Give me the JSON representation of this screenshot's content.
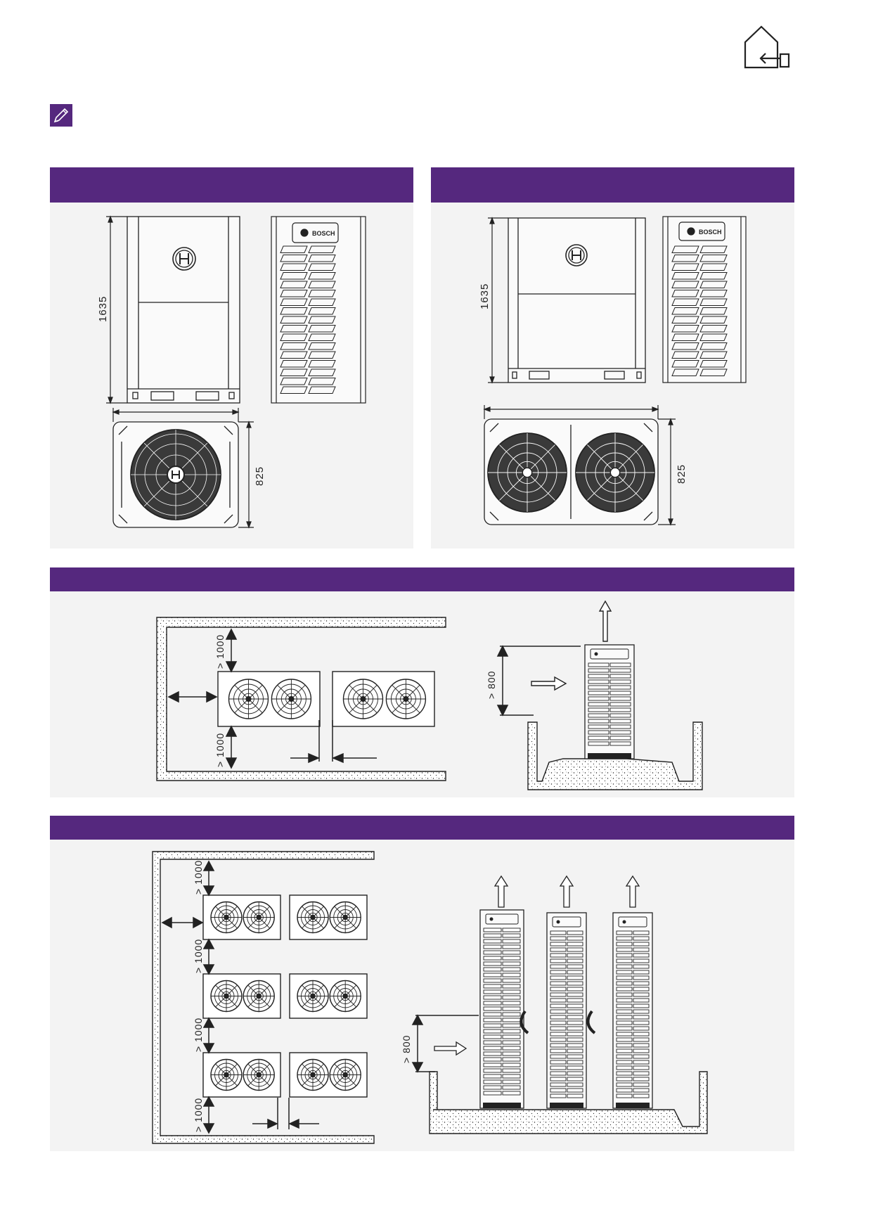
{
  "colors": {
    "header_bar": "#55287e",
    "panel_bg": "#f3f3f3",
    "note_icon_bg": "#55287e",
    "line": "#222222"
  },
  "icons": {
    "top_right": "house-exit-icon",
    "note": "pencil-icon"
  },
  "brand": "BOSCH",
  "units": {
    "single_fan": {
      "height": "1635",
      "depth": "825"
    },
    "double_fan": {
      "height": "1635",
      "depth": "825"
    }
  },
  "clearance": {
    "min_1000": "> 1000",
    "min_800": "> 800"
  }
}
